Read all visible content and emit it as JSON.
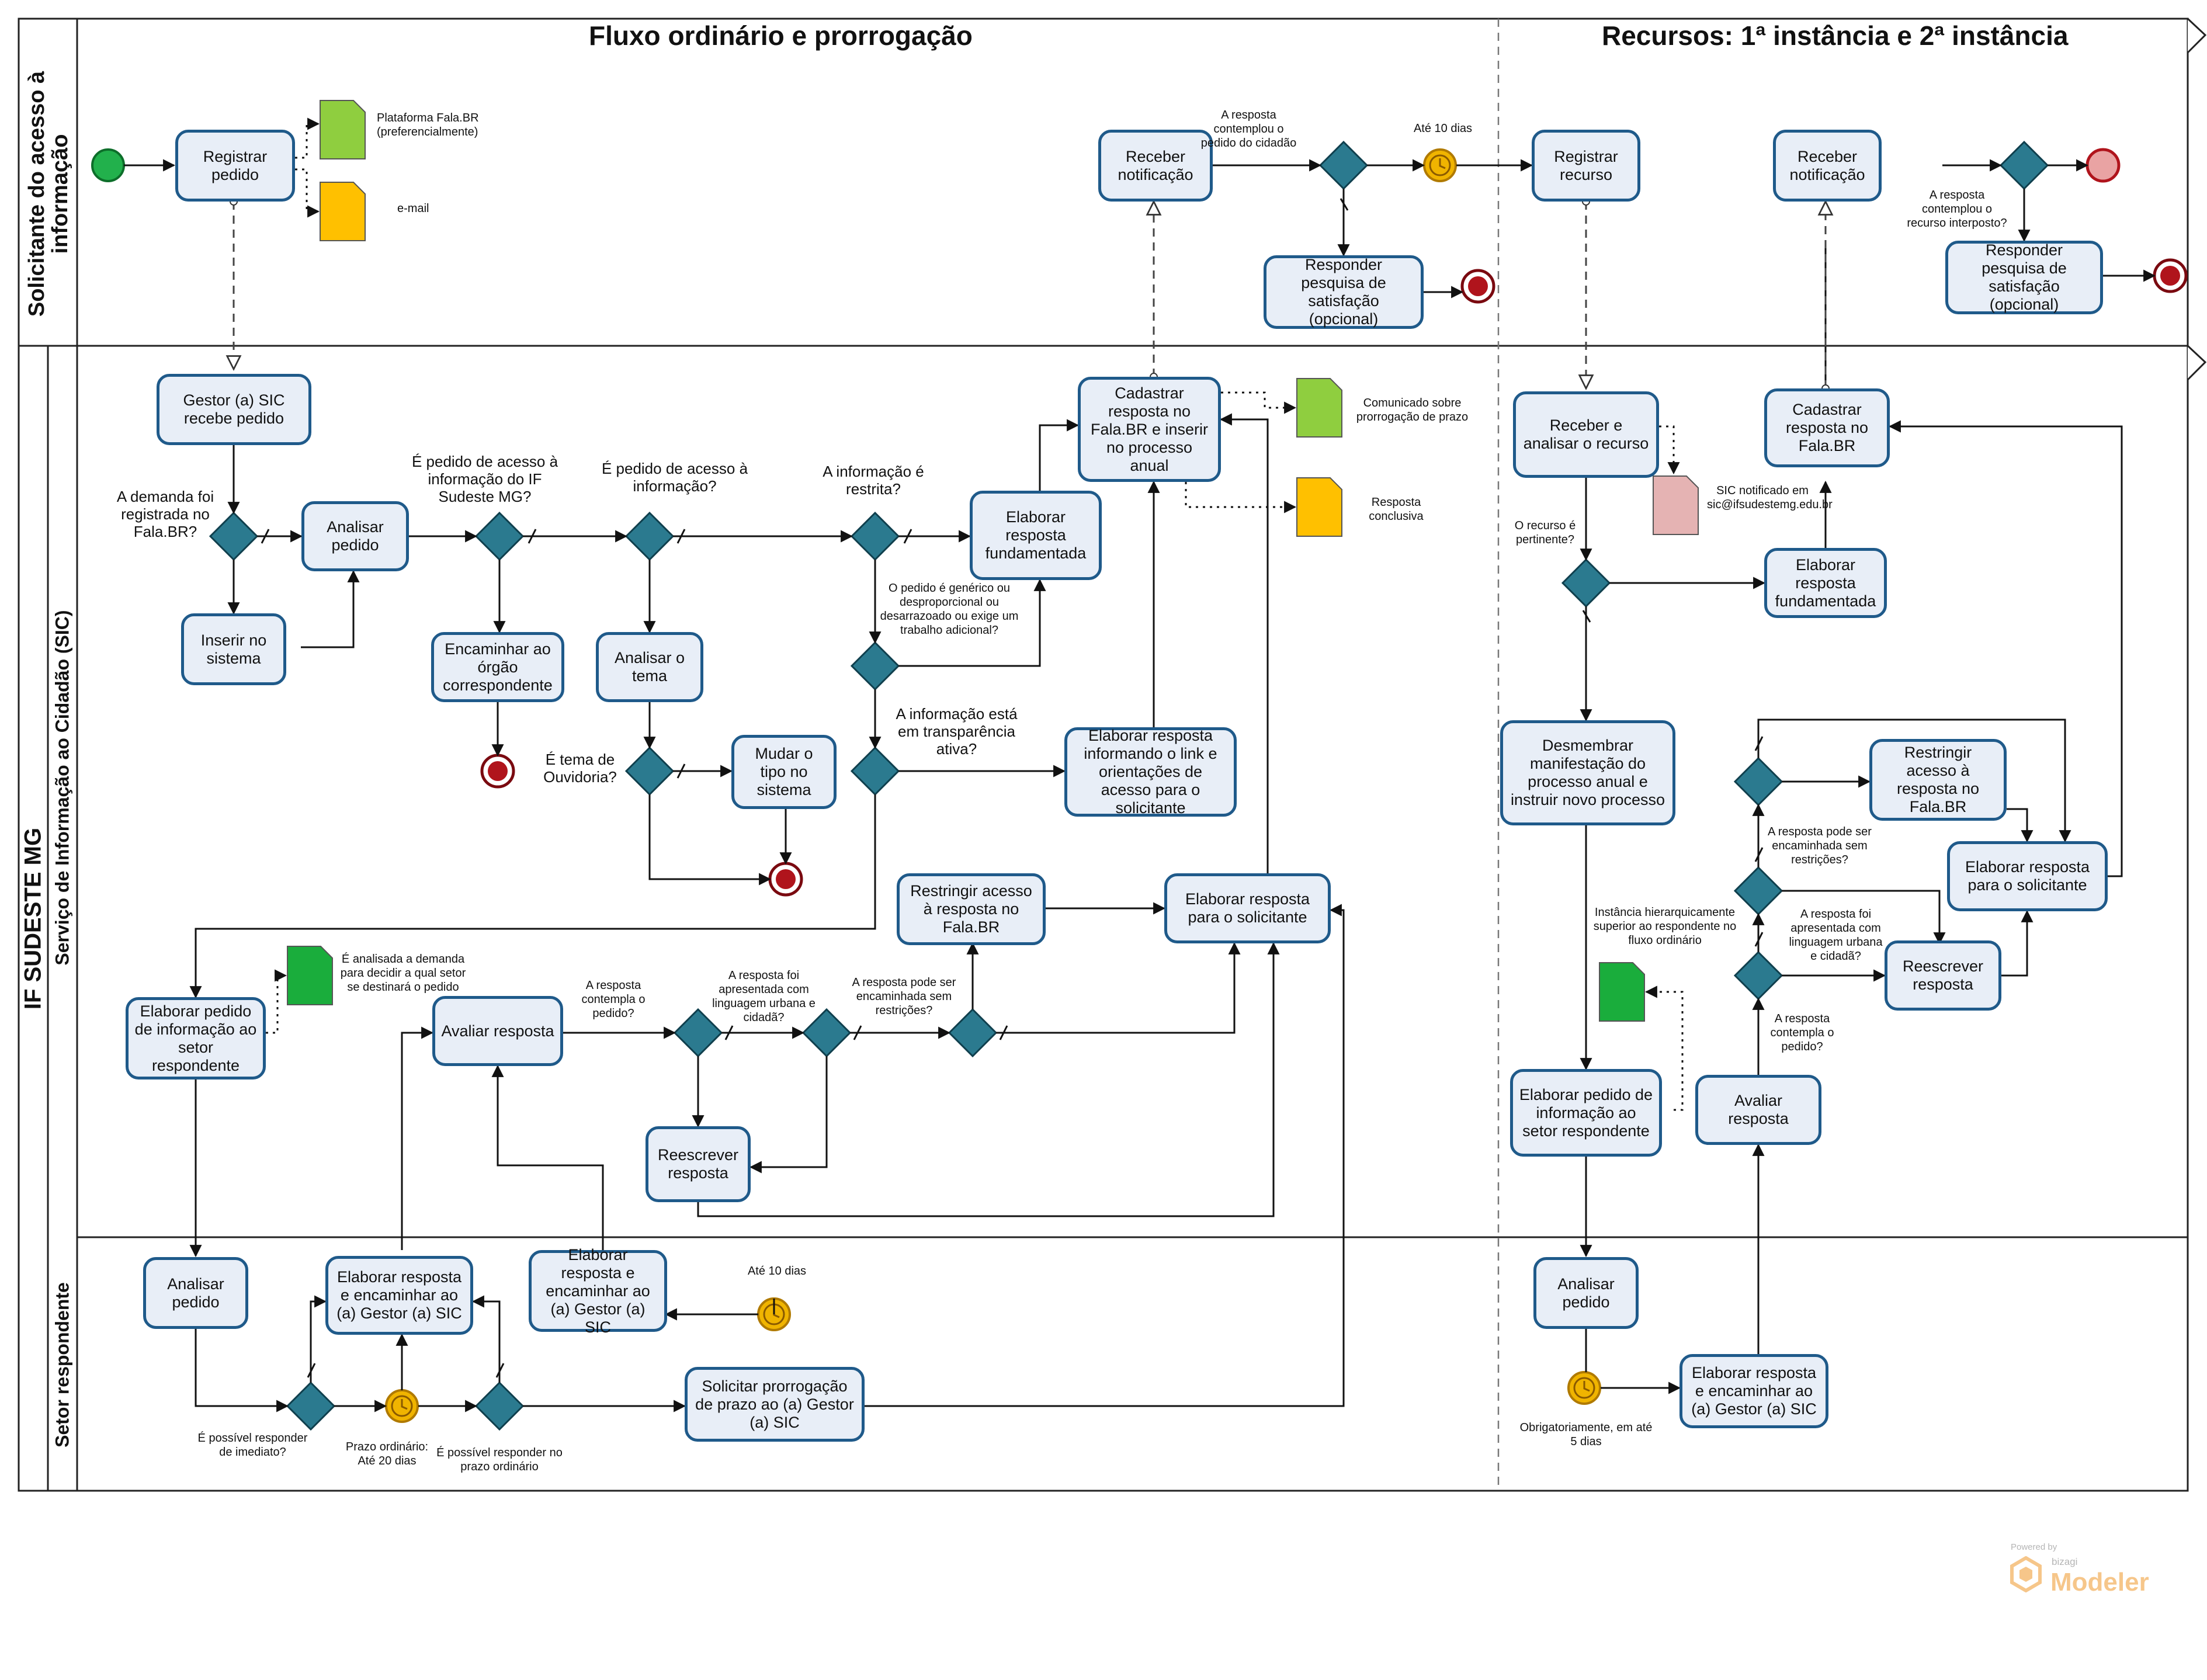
{
  "headers": {
    "left": "Fluxo ordinário e prorrogação",
    "right": "Recursos: 1ª instância e 2ª instância"
  },
  "pools": {
    "requester": "Solicitante do acesso à informação",
    "institution": "IF SUDESTE MG"
  },
  "lanes": {
    "sic": "Serviço de Informação ao Cidadão (SIC)",
    "sector": "Setor respondente"
  },
  "tasks": {
    "registrar_pedido": "Registrar pedido",
    "receber_notificacao_1": "Receber notificação",
    "responder_pesquisa_1": "Responder pesquisa de satisfação (opcional)",
    "registrar_recurso": "Registrar recurso",
    "receber_notificacao_2": "Receber notificação",
    "responder_pesquisa_2": "Responder pesquisa de satisfação (opcional)",
    "gestor_recebe": "Gestor (a) SIC recebe pedido",
    "inserir_sistema": "Inserir no sistema",
    "analisar_pedido_sic": "Analisar pedido",
    "encaminhar_orgao": "Encaminhar ao órgão correspondente",
    "analisar_tema": "Analisar o tema",
    "mudar_tipo": "Mudar o tipo no sistema",
    "elaborar_fundamentada_1": "Elaborar resposta fundamentada",
    "cadastrar_anual": "Cadastrar resposta no Fala.BR e inserir no processo anual",
    "elaborar_link": "Elaborar resposta informando o link e orientações de acesso para o solicitante",
    "restringir_1": "Restringir acesso à resposta no Fala.BR",
    "elaborar_solicitante_1": "Elaborar resposta para o solicitante",
    "elaborar_pedido_setor_1": "Elaborar pedido de informação ao setor respondente",
    "avaliar_resposta_1": "Avaliar resposta",
    "reescrever_1": "Reescrever resposta",
    "analisar_pedido_setor_1": "Analisar pedido",
    "elaborar_encaminhar_1": "Elaborar resposta e encaminhar ao (a) Gestor (a) SIC",
    "elaborar_encaminhar_2": "Elaborar resposta e encaminhar ao (a) Gestor (a) SIC",
    "solicitar_prorrogacao": "Solicitar prorrogação de prazo ao (a) Gestor (a) SIC",
    "receber_analisar_recurso": "Receber e analisar o recurso",
    "cadastrar_falabr": "Cadastrar resposta no Fala.BR",
    "elaborar_fundamentada_2": "Elaborar resposta fundamentada",
    "desmembrar": "Desmembrar manifestação do processo anual e instruir novo processo",
    "restringir_2": "Restringir acesso à resposta no Fala.BR",
    "elaborar_solicitante_2": "Elaborar resposta para o solicitante",
    "reescrever_2": "Reescrever resposta",
    "avaliar_resposta_2": "Avaliar resposta",
    "elaborar_pedido_setor_2": "Elaborar pedido de informação ao setor respondente",
    "analisar_pedido_setor_2": "Analisar pedido",
    "elaborar_encaminhar_3": "Elaborar resposta e encaminhar ao (a) Gestor (a) SIC"
  },
  "labels": {
    "plataforma": "Plataforma Fala.BR (preferencialmente)",
    "email": "e-mail",
    "contemplou_pedido": "A resposta contemplou o pedido do cidadão",
    "ate_10_dias_1": "Até 10 dias",
    "contemplou_recurso": "A resposta contemplou o recurso interposto?",
    "demanda_registrada": "A demanda foi registrada no Fala.BR?",
    "pedido_if": "É pedido de acesso à informação do IF Sudeste MG?",
    "pedido_acesso": "É pedido de acesso à informação?",
    "info_restrita": "A informação é restrita?",
    "generico": "O pedido é genérico ou desproporcional ou desarrazoado ou exige um trabalho adicional?",
    "transparencia": "A informação está em transparência ativa?",
    "ouvidoria": "É tema de Ouvidoria?",
    "comunicado": "Comunicado sobre prorrogação de prazo",
    "resposta_conclusiva": "Resposta conclusiva",
    "analisada_demanda": "É analisada a demanda para decidir a qual setor se destinará o pedido",
    "contempla_pedido_1": "A resposta contempla o pedido?",
    "linguagem_1": "A resposta foi apresentada com linguagem urbana e cidadã?",
    "sem_restricoes_1": "A resposta pode ser encaminhada sem restrições?",
    "ate_10_dias_2": "Até 10 dias",
    "imediato": "É possível responder de imediato?",
    "prazo_ordinario": "Prazo ordinário: Até 20 dias",
    "responder_prazo": "É possível responder no prazo ordinário",
    "sic_notificado": "SIC notificado em sic@ifsudestemg.edu.br",
    "recurso_pertinente": "O recurso é pertinente?",
    "instancia": "Instância hierarquicamente superior ao respondente no fluxo ordinário",
    "sem_restricoes_2": "A resposta pode ser encaminhada sem restrições?",
    "linguagem_2": "A resposta foi apresentada com linguagem urbana e cidadã?",
    "contempla_pedido_2": "A resposta contempla o pedido?",
    "obrigatoriamente": "Obrigatoriamente, em até 5 dias",
    "powered": "Powered by",
    "bizagi": "bizagi",
    "modeler": "Modeler"
  },
  "colors": {
    "task_fill": "#e8eef7",
    "task_border": "#1f5a8a",
    "gateway": "#2b7a8f",
    "start": "#22b14c",
    "end": "#b0141c",
    "timer": "#f0b400",
    "doc_green": "#8fce3f",
    "doc_yellow": "#ffc000",
    "doc_dark_green": "#1aad3c",
    "doc_pink": "#e5b3b3"
  }
}
